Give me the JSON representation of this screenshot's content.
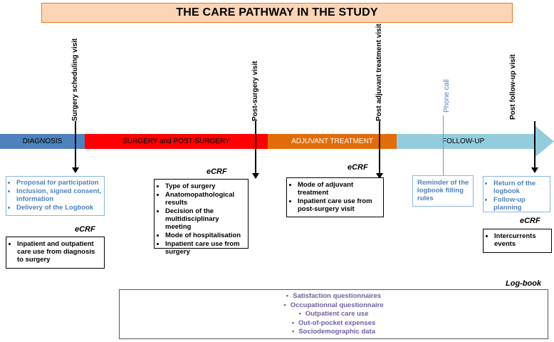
{
  "title": "THE CARE PATHWAY IN THE STUDY",
  "phases": [
    {
      "label": "DIAGNOSIS",
      "color": "#4f81bd"
    },
    {
      "label": "SURGERY and POST-SURGERY",
      "color": "#ff0000"
    },
    {
      "label": "ADJUVANT TREATMENT",
      "color": "#e36c0a"
    },
    {
      "label": "FOLLOW-UP",
      "color": "#93cddd"
    }
  ],
  "visits": {
    "surgery_scheduling": "Surgery scheduling visit",
    "post_surgery": "Post-surgery visit",
    "post_adjuvant": "Post adjuvant treatment visit",
    "phone_call": "Phone call",
    "post_follow_up": "Post follow-up visit"
  },
  "ecrf_label": "eCRF",
  "logbook_label": "Log-book",
  "boxes": {
    "participation": [
      "Proposal for participation",
      "Inclusion, signed consent, information",
      "Delivery of the Logbook"
    ],
    "diagnosis_care": [
      "Inpatient and outpatient care use from diagnosis to surgery"
    ],
    "surgery_ecrf": [
      "Type of surgery",
      "Anatomopathological results",
      "Decision of the multidisciplinary meeting",
      "Mode of hospitalisation",
      "Inpatient care use from surgery"
    ],
    "adjuvant_ecrf": [
      "Mode of adjuvant treatment",
      "Inpatient care use from post-surgery visit"
    ],
    "reminder": "Reminder of the logbook filling rules",
    "followup_blue": [
      "Return of the logbook",
      "Follow-up planning"
    ],
    "followup_ecrf": [
      "Intercurrents events"
    ],
    "logbook_items": [
      "Satisfaction questionnaires",
      "Occupationnal questionnaire",
      "Outpatient care use",
      "Out-of-pocket expenses",
      "Sociodemographic data"
    ]
  },
  "colors": {
    "title_fill": "#fbd5b5",
    "title_border": "#e07a2a",
    "blue_text": "#4f81bd",
    "logbook_text": "#7060a0"
  }
}
